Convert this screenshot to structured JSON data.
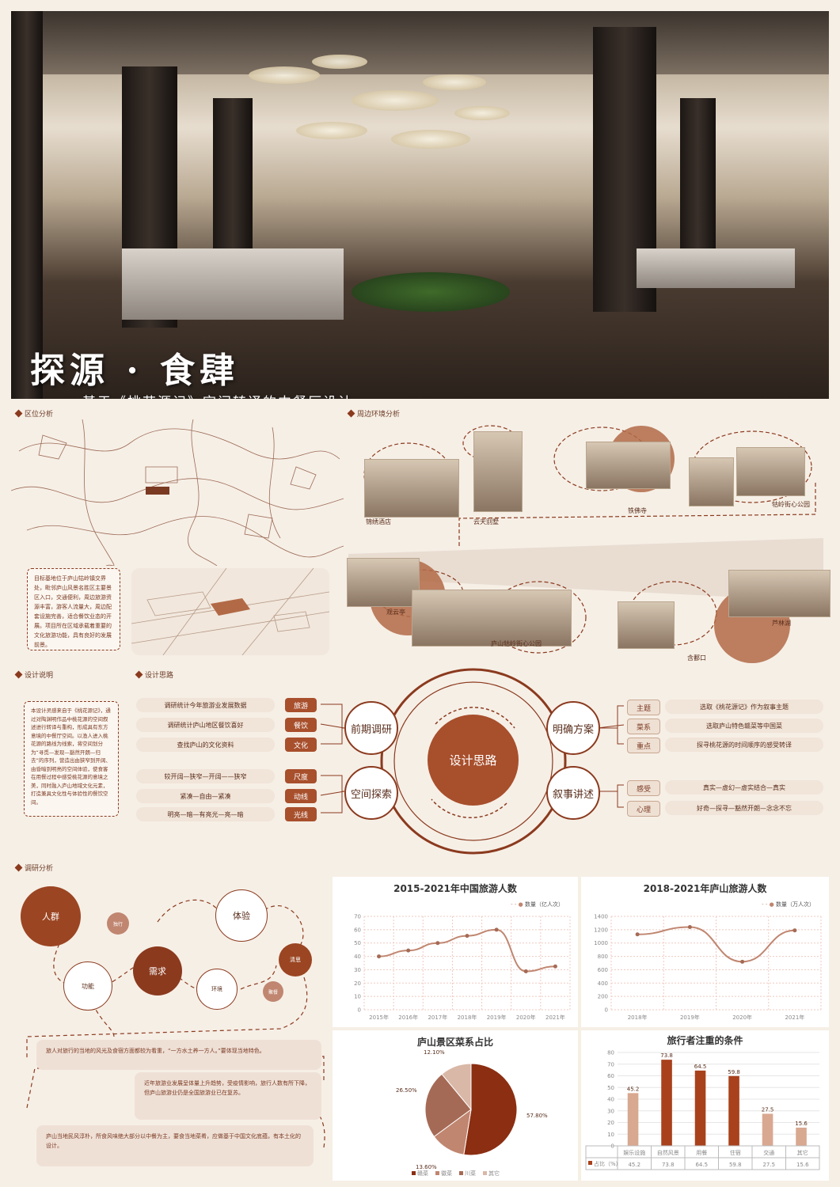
{
  "hero": {
    "title": "探源 · 食肆",
    "subtitle": "——基于《桃花源记》空间转译的中餐厅设计"
  },
  "sections": {
    "location": "区位分析",
    "environment": "周边环境分析",
    "design_note": "设计说明",
    "design_idea": "设计思路",
    "research": "调研分析"
  },
  "location_text": "目标基地位于庐山牯岭镇交界处，毗邻庐山风景名胜区主要景区入口，交通便利，周边旅游资源丰富，游客人流量大，周边配套设施完善，适合餐饮业态的开展。项目所在区域承载着重要的文化旅游功能，具有良好的发展前景。",
  "environment_places": [
    "锦绣酒店",
    "云天别墅",
    "铁佛寺",
    "牯岭街心公园",
    "观云亭",
    "庐山牯岭街心公园",
    "含鄱口",
    "芦林湖"
  ],
  "design_note_text": "本设计灵感来自于《桃花源记》，通过对陶渊明作品中桃花源的空间叙述进行转译与重构，形成具有东方意境的中餐厅空间。以渔人进入桃花源的路线为线索，将空间划分为“寻觅—发现—豁然开朗—归去”的序列，营造出由狭窄到开阔、由昏暗到明亮的空间体验，使食客在用餐过程中感受桃花源的意境之美，同时融入庐山地域文化元素，打造兼具文化性与体验性的餐饮空间。",
  "mindmap": {
    "center": "设计思路",
    "nodes": [
      "前期调研",
      "明确方案",
      "空间探索",
      "叙事讲述"
    ],
    "left_top": [
      {
        "text": "调研统计今年旅游业发展数据",
        "tag": "旅游"
      },
      {
        "text": "调研统计庐山地区餐饮喜好",
        "tag": "餐饮"
      },
      {
        "text": "查找庐山的文化资料",
        "tag": "文化"
      }
    ],
    "left_bottom": [
      {
        "text": "较开阔—狭窄—开阔——狭窄",
        "tag": "尺度"
      },
      {
        "text": "紧凑—自由—紧凑",
        "tag": "动线"
      },
      {
        "text": "明亮—暗—有亮光—亮—暗",
        "tag": "光线"
      }
    ],
    "right_top": [
      {
        "tag": "主题",
        "text": "选取《桃花源记》作为叙事主题"
      },
      {
        "tag": "菜系",
        "text": "选取庐山特色赣菜等中国菜"
      },
      {
        "tag": "重点",
        "text": "探寻桃花源的时间顺序的感受转译"
      }
    ],
    "right_bottom": [
      {
        "tag": "感受",
        "text": "真实—虚幻—虚实结合—真实"
      },
      {
        "tag": "心理",
        "text": "好奇—探寻—豁然开朗—念念不忘"
      }
    ]
  },
  "research": {
    "bubbles": [
      "人群",
      "独行",
      "体验",
      "功能",
      "需求",
      "环境",
      "清思",
      "聚餐"
    ],
    "texts": [
      "旅人对旅行的当地的风光及食宿方面都较为看重，“一方水土养一方人。”要体现当地特色。",
      "近年旅游业发展呈体量上升趋势，受疫情影响，旅行人数有所下降，但庐山旅游业仍是全国旅游业已在复苏。",
      "庐山当地民风淳朴，所食风味绝大部分以中餐为主，要食当地菜肴，应做基于中国文化底蕴，有本土化的设计。"
    ]
  },
  "chart_data": [
    {
      "type": "line",
      "title": "2015-2021年中国旅游人数",
      "legend": "数量（亿人次）",
      "categories": [
        "2015年",
        "2016年",
        "2017年",
        "2018年",
        "2019年",
        "2020年",
        "2021年"
      ],
      "values": [
        40,
        44.4,
        50,
        55.4,
        60,
        28.8,
        32.5
      ],
      "ylim": [
        0,
        70
      ],
      "yticks": [
        0,
        10,
        20,
        30,
        40,
        50,
        60,
        70
      ]
    },
    {
      "type": "line",
      "title": "2018-2021年庐山旅游人数",
      "legend": "数量（万人次）",
      "categories": [
        "2018年",
        "2019年",
        "2020年",
        "2021年"
      ],
      "values": [
        1130,
        1240,
        720,
        1190
      ],
      "ylim": [
        0,
        1400
      ],
      "yticks": [
        0,
        200,
        400,
        600,
        800,
        1000,
        1200,
        1400
      ]
    },
    {
      "type": "pie",
      "title": "庐山景区菜系占比",
      "categories": [
        "赣菜",
        "徽菜",
        "川菜",
        "其它"
      ],
      "values": [
        57.8,
        13.6,
        26.5,
        12.1
      ],
      "labels": [
        "57.80%",
        "13.60%",
        "26.50%",
        "12.10%"
      ],
      "colors": [
        "#8b2e12",
        "#c08670",
        "#a56a55",
        "#d9b8a8"
      ]
    },
    {
      "type": "bar",
      "title": "旅行者注重的条件",
      "series_name": "占比（%）",
      "categories": [
        "娱乐设施",
        "自然风景",
        "用餐",
        "住宿",
        "交通",
        "其它"
      ],
      "values": [
        45.2,
        73.8,
        64.5,
        59.8,
        27.5,
        15.6
      ],
      "ylim": [
        0,
        80
      ],
      "yticks": [
        0,
        10,
        20,
        30,
        40,
        50,
        60,
        70,
        80
      ],
      "colors": [
        "#d9a890",
        "#a8411c",
        "#a8411c",
        "#a8411c",
        "#d9a890",
        "#d9a890"
      ]
    }
  ]
}
